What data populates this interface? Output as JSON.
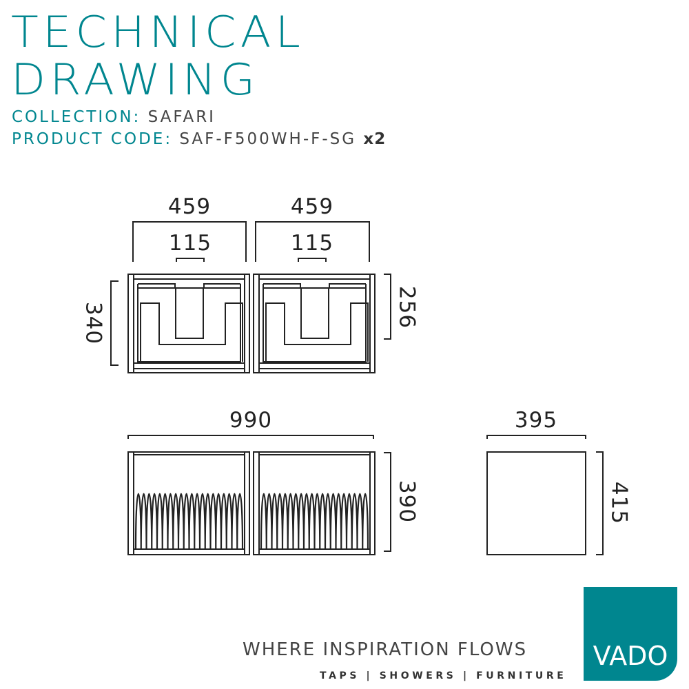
{
  "header": {
    "title_line1": "TECHNICAL",
    "title_line2": "DRAWING",
    "collection_label": "COLLECTION:",
    "collection_value": "SAFARI",
    "product_code_label": "PRODUCT CODE:",
    "product_code_value": "SAF-F500WH-F-SG",
    "quantity": "x2"
  },
  "plan_view": {
    "width_left": "459",
    "width_right": "459",
    "cutout_left": "115",
    "cutout_right": "115",
    "depth_outer": "340",
    "depth_inner": "256"
  },
  "front_view": {
    "total_width": "990",
    "height": "390",
    "spring_count_per_unit": 20
  },
  "side_view": {
    "width": "395",
    "height": "415"
  },
  "footer": {
    "tagline": "WHERE INSPIRATION FLOWS",
    "categories": "TAPS | SHOWERS | FURNITURE",
    "logo": "VADO"
  },
  "colors": {
    "brand": "#00868f",
    "line": "#222222"
  }
}
